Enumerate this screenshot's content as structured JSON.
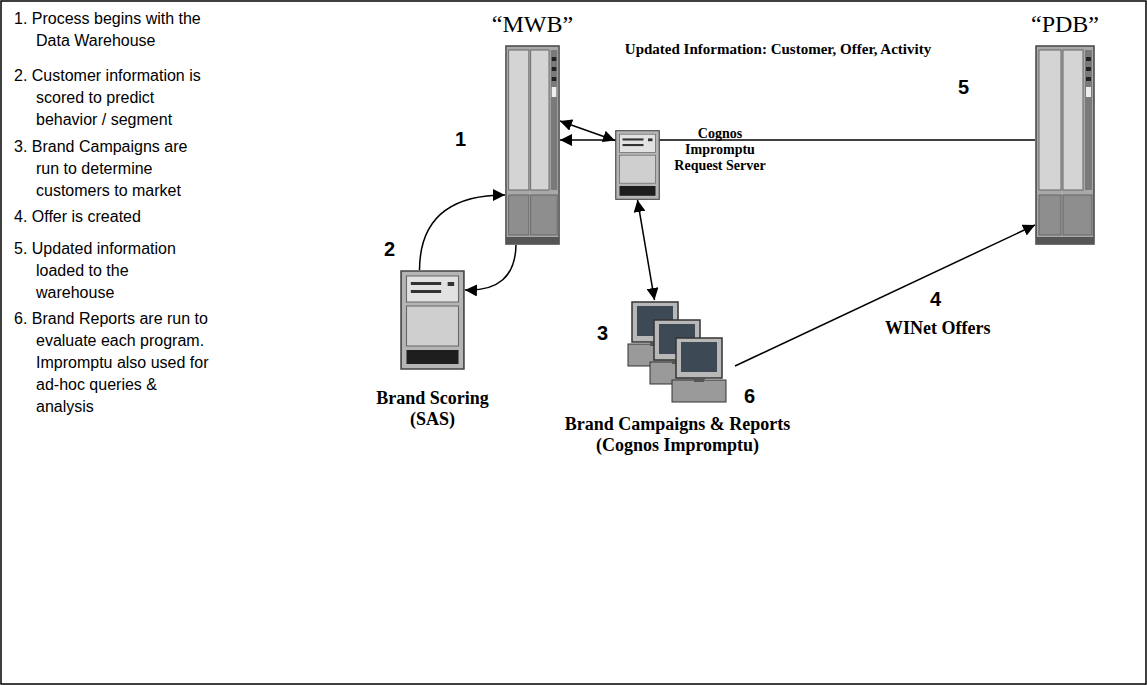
{
  "diagram": {
    "nodes": [
      {
        "text": [
          "“MWB”"
        ]
      },
      {
        "text": [
          "“PDB”"
        ]
      },
      {
        "text": [
          "Cognos Impromptu Request Server"
        ]
      },
      {
        "text": [
          "Brand Scoring (SAS)"
        ]
      },
      {
        "text": [
          "Brand Campaigns & Reports (Cognos Impromptu)"
        ]
      }
    ],
    "edges": [
      {
        "from": 1,
        "to": 0,
        "arrow": "to",
        "label": "Updated Information: Customer, Offer, Activity"
      },
      {
        "from": 0,
        "to": 3,
        "arrow": "to"
      },
      {
        "from": 3,
        "to": 0,
        "arrow": "to"
      },
      {
        "from": 0,
        "to": 2,
        "arrow": "both"
      },
      {
        "from": 2,
        "to": 4,
        "arrow": "both"
      },
      {
        "from": 4,
        "to": 1,
        "arrow": "to",
        "label": "WINet Offers"
      }
    ],
    "labels": [
      "1. Process begins with the Data Warehouse",
      "2. Customer information is scored to predict behavior / segment",
      "3. Brand Campaigns are run to determine customers to market",
      "4. Offer is created",
      "5. Updated information loaded to the warehouse",
      "6. Brand Reports are run to evaluate each program. Impromptu also used for ad-hoc queries & analysis",
      "1",
      "2",
      "3",
      "4",
      "5",
      "6"
    ]
  }
}
